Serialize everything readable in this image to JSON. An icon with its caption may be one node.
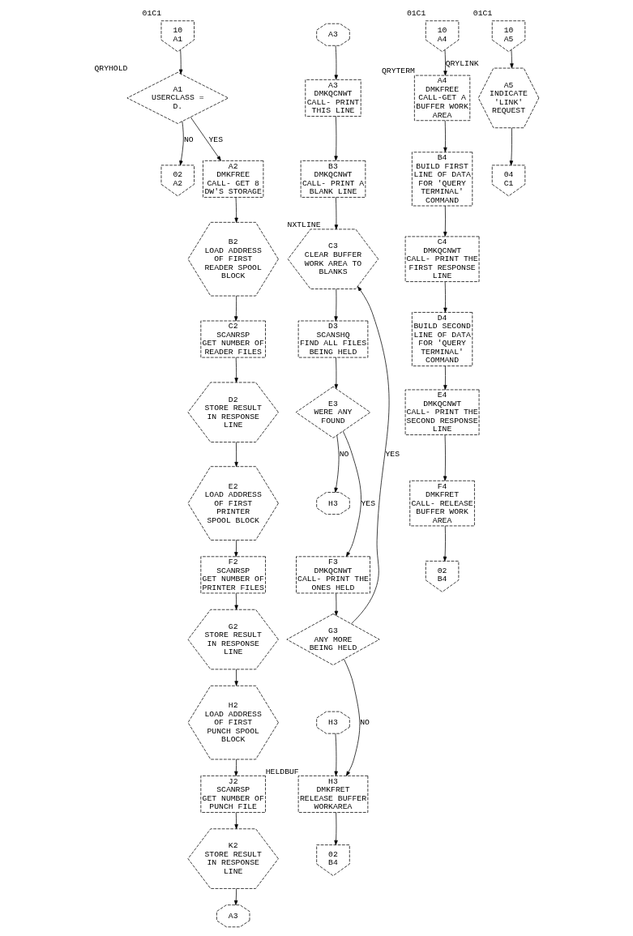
{
  "diagram": {
    "nodes": [
      {
        "text": [
          "10",
          "A1"
        ],
        "beside": [
          "01C1"
        ]
      },
      {
        "text": [
          "A1",
          "USERCLASS = D."
        ],
        "beside": [
          "QRYHOLD"
        ]
      },
      {
        "text": [
          "02",
          "A2"
        ]
      },
      {
        "text": [
          "A2",
          "DMKFREE",
          "CALL- GET 8 DW'S STORAGE"
        ]
      },
      {
        "text": [
          "B2",
          "LOAD ADDRESS OF FIRST READER SPOOL BLOCK"
        ]
      },
      {
        "text": [
          "C2",
          "SCANRSP",
          "GET NUMBER OF READER FILES"
        ]
      },
      {
        "text": [
          "D2",
          "STORE RESULT IN RESPONSE LINE"
        ]
      },
      {
        "text": [
          "E2",
          "LOAD ADDRESS OF FIRST PRINTER SPOOL BLOCK"
        ]
      },
      {
        "text": [
          "F2",
          "SCANRSP",
          "GET NUMBER OF PRINTER FILES"
        ]
      },
      {
        "text": [
          "G2",
          "STORE RESULT IN RESPONSE LINE"
        ]
      },
      {
        "text": [
          "H2",
          "LOAD ADDRESS OF FIRST PUNCH SPOOL BLOCK"
        ]
      },
      {
        "text": [
          "J2",
          "SCANRSP",
          "GET NUMBER OF PUNCH FILE"
        ]
      },
      {
        "text": [
          "K2",
          "STORE RESULT IN RESPONSE LINE"
        ]
      },
      {
        "text": [
          "A3"
        ]
      },
      {
        "text": [
          "A3"
        ]
      },
      {
        "text": [
          "A3",
          "DMKQCNWT",
          "CALL- PRINT THIS LINE"
        ]
      },
      {
        "text": [
          "B3",
          "DMKQCNWT",
          "CALL- PRINT A BLANK LINE"
        ]
      },
      {
        "text": [
          "C3",
          "CLEAR BUFFER WORK AREA TO BLANKS"
        ],
        "beside": [
          "NXTLINE"
        ]
      },
      {
        "text": [
          "D3",
          "SCANSHQ",
          "FIND ALL FILES BEING HELD"
        ]
      },
      {
        "text": [
          "E3",
          "WERE ANY FOUND"
        ]
      },
      {
        "text": [
          "H3"
        ]
      },
      {
        "text": [
          "F3",
          "DMKQCNWT",
          "CALL- PRINT THE ONES HELD"
        ]
      },
      {
        "text": [
          "G3",
          "ANY MORE BEING HELD"
        ]
      },
      {
        "text": [
          "H3"
        ]
      },
      {
        "text": [
          "H3",
          "DMKFRET",
          "RELEASE BUFFER WORKAREA"
        ],
        "beside": [
          "HELDBUF"
        ]
      },
      {
        "text": [
          "02",
          "B4"
        ]
      },
      {
        "text": [
          "10",
          "A4"
        ],
        "beside": [
          "01C1"
        ]
      },
      {
        "text": [
          "A4",
          "DMKFREE",
          "CALL-GET A BUFFER WORK AREA"
        ],
        "beside": [
          "QRYTERM"
        ]
      },
      {
        "text": [
          "B4",
          "BUILD FIRST LINE OF DATA FOR 'QUERY TERMINAL' COMMAND"
        ]
      },
      {
        "text": [
          "C4",
          "DMKQCNWT",
          "CALL- PRINT THE FIRST RESPONSE LINE"
        ]
      },
      {
        "text": [
          "D4",
          "BUILD SECOND LINE OF DATA FOR 'QUERY TERMINAL' COMMAND"
        ]
      },
      {
        "text": [
          "E4",
          "DMKQCNWT",
          "CALL- PRINT THE SECOND RESPONSE LINE"
        ]
      },
      {
        "text": [
          "F4",
          "DMKFRET",
          "CALL- RELEASE BUFFER WORK AREA"
        ]
      },
      {
        "text": [
          "02",
          "B4"
        ]
      },
      {
        "text": [
          "10",
          "A5"
        ],
        "beside": [
          "01C1"
        ]
      },
      {
        "text": [
          "A5",
          "INDICATE 'LINK' REQUEST"
        ],
        "beside": [
          "QRYLINK"
        ]
      },
      {
        "text": [
          "04",
          "C1"
        ]
      }
    ],
    "edges": [
      {
        "from": 0,
        "to": 1,
        "arrow": "to"
      },
      {
        "from": 1,
        "to": 3,
        "arrow": "to",
        "label": "YES"
      },
      {
        "from": 1,
        "to": 2,
        "arrow": "to",
        "label": "NO"
      },
      {
        "from": 3,
        "to": 4,
        "arrow": "to"
      },
      {
        "from": 4,
        "to": 5,
        "arrow": "to"
      },
      {
        "from": 5,
        "to": 6,
        "arrow": "to"
      },
      {
        "from": 6,
        "to": 7,
        "arrow": "to"
      },
      {
        "from": 7,
        "to": 8,
        "arrow": "to"
      },
      {
        "from": 8,
        "to": 9,
        "arrow": "to"
      },
      {
        "from": 9,
        "to": 10,
        "arrow": "to"
      },
      {
        "from": 10,
        "to": 11,
        "arrow": "to"
      },
      {
        "from": 11,
        "to": 12,
        "arrow": "to"
      },
      {
        "from": 12,
        "to": 13,
        "arrow": "to"
      },
      {
        "from": 14,
        "to": 15,
        "arrow": "to"
      },
      {
        "from": 15,
        "to": 16,
        "arrow": "to"
      },
      {
        "from": 16,
        "to": 17,
        "arrow": "to"
      },
      {
        "from": 17,
        "to": 18,
        "arrow": "to"
      },
      {
        "from": 18,
        "to": 19,
        "arrow": "to"
      },
      {
        "from": 19,
        "to": 20,
        "arrow": "to",
        "label": "NO"
      },
      {
        "from": 19,
        "to": 21,
        "arrow": "to",
        "label": "YES"
      },
      {
        "from": 21,
        "to": 22,
        "arrow": "to"
      },
      {
        "from": 22,
        "to": 17,
        "arrow": "to",
        "label": "YES"
      },
      {
        "from": 22,
        "to": 24,
        "arrow": "to",
        "label": "NO"
      },
      {
        "from": 23,
        "to": 24,
        "arrow": "to"
      },
      {
        "from": 24,
        "to": 25,
        "arrow": "to"
      },
      {
        "from": 26,
        "to": 27,
        "arrow": "to"
      },
      {
        "from": 27,
        "to": 28,
        "arrow": "to"
      },
      {
        "from": 28,
        "to": 29,
        "arrow": "to"
      },
      {
        "from": 29,
        "to": 30,
        "arrow": "to"
      },
      {
        "from": 30,
        "to": 31,
        "arrow": "to"
      },
      {
        "from": 31,
        "to": 32,
        "arrow": "to"
      },
      {
        "from": 32,
        "to": 33,
        "arrow": "to"
      },
      {
        "from": 34,
        "to": 35,
        "arrow": "to"
      },
      {
        "from": 35,
        "to": 36,
        "arrow": "to"
      }
    ]
  }
}
